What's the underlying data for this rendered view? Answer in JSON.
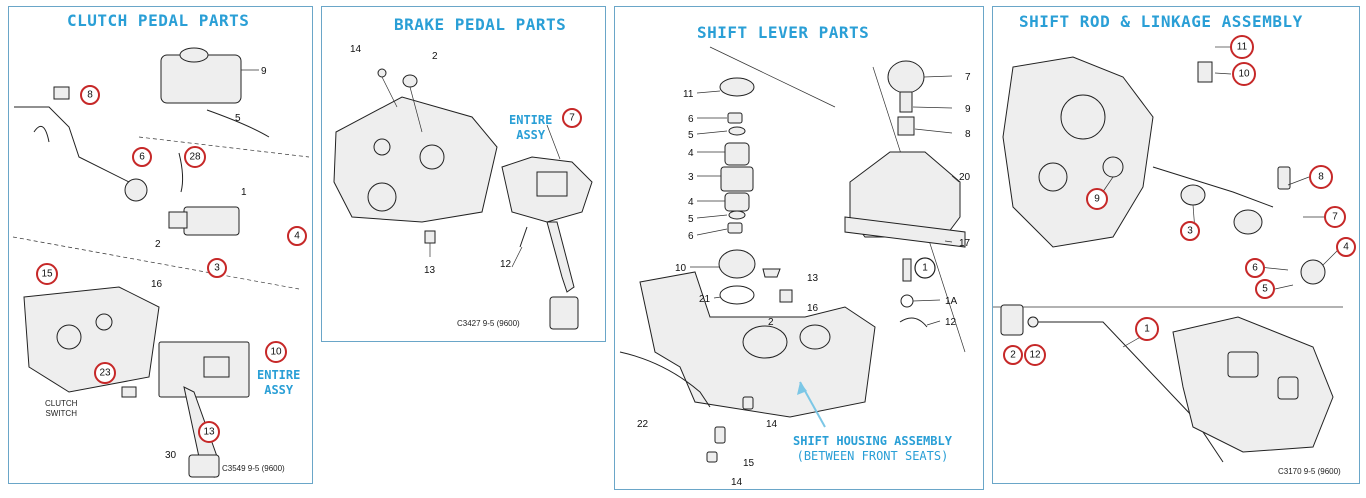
{
  "panels": {
    "clutch": {
      "title": "CLUTCH PEDAL PARTS",
      "note": [
        "ENTIRE",
        "ASSY"
      ],
      "switch_label": [
        "CLUTCH",
        "SWITCH"
      ],
      "code": "C3549 9-5 (9600)",
      "labels": [
        "9",
        "5",
        "1",
        "2",
        "16",
        "30"
      ],
      "circled": [
        "8",
        "6",
        "28",
        "4",
        "3",
        "15",
        "10",
        "23",
        "13"
      ]
    },
    "brake": {
      "title": "BRAKE PEDAL PARTS",
      "note": [
        "ENTIRE",
        "ASSY"
      ],
      "code": "C3427 9-5 (9600)",
      "labels": [
        "14",
        "2",
        "13",
        "12"
      ],
      "circled": [
        "7"
      ]
    },
    "shift_lever": {
      "title": "SHIFT LEVER PARTS",
      "note": [
        "SHIFT HOUSING ASSEMBLY",
        "(BETWEEN FRONT SEATS)"
      ],
      "labels": [
        "11",
        "6",
        "5",
        "4",
        "3",
        "4",
        "5",
        "6",
        "10",
        "21",
        "2",
        "13",
        "16",
        "22",
        "14",
        "15",
        "14",
        "7",
        "9",
        "8",
        "20",
        "17",
        "1A",
        "12"
      ],
      "circled": [
        "1"
      ]
    },
    "shift_rod": {
      "title": "SHIFT ROD & LINKAGE ASSEMBLY",
      "code": "C3170 9-5 (9600)",
      "circled": [
        "11",
        "10",
        "9",
        "3",
        "8",
        "7",
        "4",
        "6",
        "5",
        "1",
        "2",
        "12"
      ]
    }
  },
  "colors": {
    "accent": "#2a9fd6",
    "callout": "#c62828",
    "border": "#6aa6c8"
  }
}
